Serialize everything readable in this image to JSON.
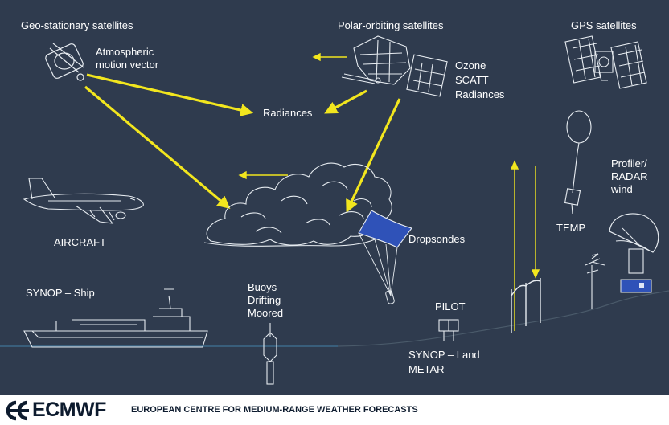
{
  "labels": {
    "geo": "Geo-stationary satellites",
    "amv": "Atmospheric motion vector",
    "polar": "Polar-orbiting satellites",
    "gps": "GPS satellites",
    "radiances": "Radiances",
    "ozone": "Ozone",
    "scatt": "SCATT",
    "radiances_polar": "Radiances",
    "profiler": "Profiler/ RADAR wind",
    "temp": "TEMP",
    "aircraft": "AIRCRAFT",
    "dropsondes": "Dropsondes",
    "synop_ship": "SYNOP – Ship",
    "buoys": "Buoys – Drifting Moored",
    "pilot": "PILOT",
    "synop_land": "SYNOP – Land",
    "metar": "METAR"
  },
  "colors": {
    "background": "#2f3b4e",
    "arrow": "#f2e61e",
    "line": "#dfe4ea",
    "accent": "#2f52b8"
  },
  "footer": {
    "logo": "ECMWF",
    "title": "EUROPEAN CENTRE FOR MEDIUM-RANGE WEATHER FORECASTS"
  }
}
